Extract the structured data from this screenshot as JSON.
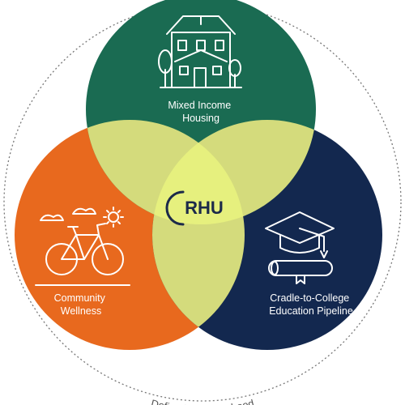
{
  "diagram": {
    "center_label": "RHU",
    "circles": [
      {
        "key": "housing",
        "label_lines": [
          "Mixed Income",
          "Housing"
        ],
        "color": "#1a6b52",
        "icon": "house-icon"
      },
      {
        "key": "wellness",
        "label_lines": [
          "Community",
          "Wellness"
        ],
        "color": "#e8691e",
        "icon": "bicycle-icon"
      },
      {
        "key": "education",
        "label_lines": [
          "Cradle-to-College",
          "Education Pipeline"
        ],
        "color": "#13284f",
        "icon": "graduation-cap-icon"
      }
    ],
    "overlap_colors": {
      "pairwise": "#d4db7c",
      "center": "#e6f07e"
    },
    "boundary_label": "Defined Neighborhood"
  }
}
